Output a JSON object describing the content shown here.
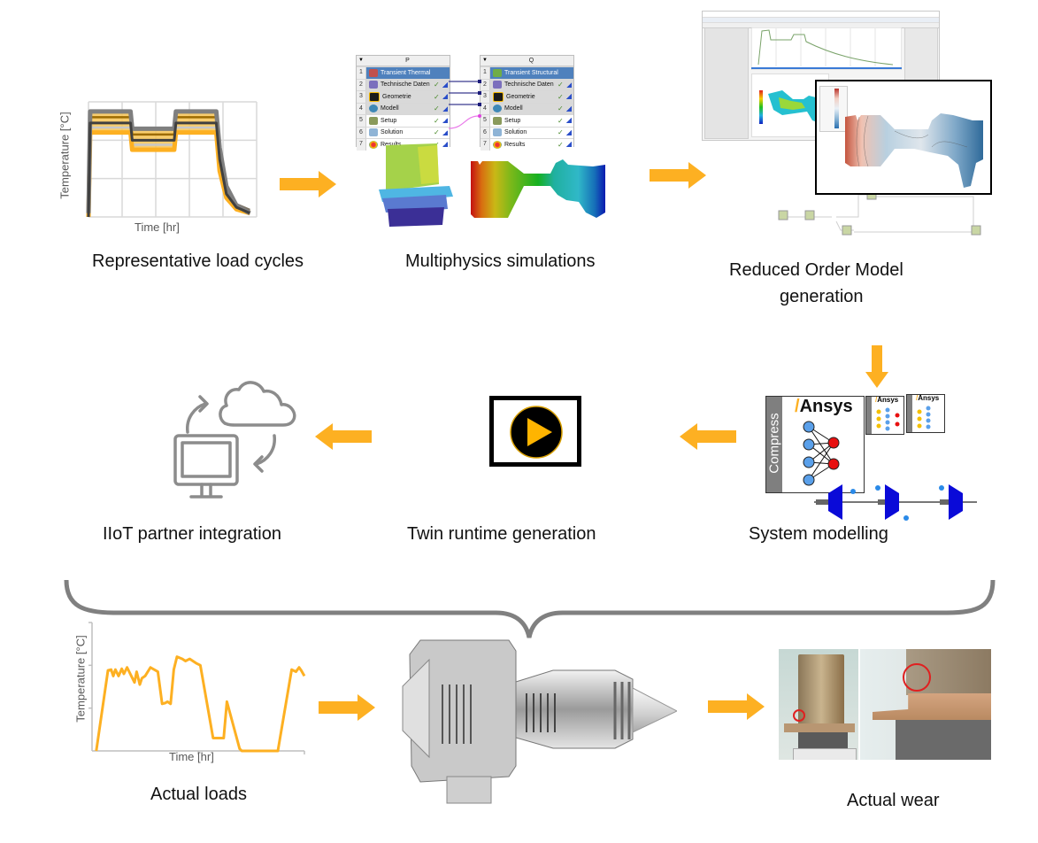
{
  "colors": {
    "accent_arrow": "#FDB022",
    "brace": "#7F7F7F",
    "icon_gray": "#8C8C8C",
    "chart_line_actual": "#FDB022",
    "chart_line_mean": "#3F3F3F",
    "play_fill": "#FFB400"
  },
  "steps": {
    "representative_load_cycles": {
      "label": "Representative load cycles",
      "chart": {
        "ylabel": "Temperature [°C]",
        "xlabel": "Time [hr]"
      }
    },
    "multiphysics_simulations": {
      "label": "Multiphysics simulations",
      "systems": [
        {
          "column": "P",
          "rows": [
            {
              "n": "1",
              "text": "Transient Thermal",
              "icon": "thermal-icon"
            },
            {
              "n": "2",
              "text": "Technische Daten",
              "icon": "engineering-data-icon",
              "check": "✓"
            },
            {
              "n": "3",
              "text": "Geometrie",
              "icon": "geometry-icon",
              "check": "✓"
            },
            {
              "n": "4",
              "text": "Modell",
              "icon": "model-icon",
              "check": "✓"
            },
            {
              "n": "5",
              "text": "Setup",
              "icon": "setup-icon",
              "check": "✓"
            },
            {
              "n": "6",
              "text": "Solution",
              "icon": "solution-icon",
              "check": "✓"
            },
            {
              "n": "7",
              "text": "Results",
              "icon": "results-icon",
              "check": "✓"
            }
          ]
        },
        {
          "column": "Q",
          "rows": [
            {
              "n": "1",
              "text": "Transient Structural",
              "icon": "structural-icon"
            },
            {
              "n": "2",
              "text": "Technische Daten",
              "icon": "engineering-data-icon",
              "check": "✓"
            },
            {
              "n": "3",
              "text": "Geometrie",
              "icon": "geometry-icon",
              "check": "✓"
            },
            {
              "n": "4",
              "text": "Modell",
              "icon": "model-icon",
              "check": "✓"
            },
            {
              "n": "5",
              "text": "Setup",
              "icon": "setup-icon",
              "check": "✓"
            },
            {
              "n": "6",
              "text": "Solution",
              "icon": "solution-icon",
              "check": "✓"
            },
            {
              "n": "7",
              "text": "Results",
              "icon": "results-icon",
              "check": "✓"
            }
          ]
        }
      ]
    },
    "rom_generation": {
      "label_line1": "Reduced Order Model",
      "label_line2": "generation"
    },
    "system_modelling": {
      "label": "System modelling",
      "compress_label": "Compress",
      "brand": "Ansys"
    },
    "twin_runtime_generation": {
      "label": "Twin runtime generation",
      "icon": "play-icon"
    },
    "iiot_partner_integration": {
      "label": "IIoT partner integration",
      "icon": "cloud-sync-computer-icon"
    },
    "actual_loads": {
      "label": "Actual loads",
      "chart": {
        "ylabel": "Temperature [°C]",
        "xlabel": "Time [hr]"
      }
    },
    "engine": {
      "icon": "turbofan-engine-cutaway"
    },
    "actual_wear": {
      "label": "Actual wear"
    }
  },
  "chart_data": [
    {
      "type": "line",
      "title": "Representative load cycles",
      "xlabel": "Time [hr]",
      "ylabel": "Temperature [°C]",
      "grid": true,
      "xlim": [
        0,
        5
      ],
      "ylim": [
        0,
        3
      ],
      "x": [
        0,
        0.05,
        1.25,
        1.3,
        2.55,
        2.6,
        3.8,
        3.9,
        4.1,
        4.4,
        4.8
      ],
      "series": [
        {
          "name": "mean cycle",
          "values": [
            0,
            2.45,
            2.45,
            2.0,
            2.0,
            2.45,
            2.45,
            1.5,
            0.6,
            0.25,
            0.1
          ]
        },
        {
          "name": "upper envelope",
          "values": [
            0.1,
            2.75,
            2.75,
            2.3,
            2.3,
            2.75,
            2.75,
            1.8,
            0.8,
            0.3,
            0.1
          ]
        },
        {
          "name": "lower envelope",
          "values": [
            0,
            2.2,
            2.2,
            1.75,
            1.75,
            2.2,
            2.2,
            1.2,
            0.5,
            0.2,
            0.1
          ]
        }
      ]
    },
    {
      "type": "line",
      "title": "Actual loads",
      "xlabel": "Time [hr]",
      "ylabel": "Temperature [°C]",
      "grid": false,
      "xlim": [
        0,
        2
      ],
      "ylim": [
        0,
        3
      ],
      "x": [
        0.04,
        0.15,
        0.18,
        0.2,
        0.22,
        0.25,
        0.28,
        0.3,
        0.33,
        0.36,
        0.4,
        0.42,
        0.45,
        0.47,
        0.5,
        0.55,
        0.62,
        0.66,
        0.69,
        0.71,
        0.74,
        0.77,
        0.8,
        0.85,
        0.88,
        0.92,
        0.98,
        1.02,
        1.14,
        1.17,
        1.24,
        1.27,
        1.39,
        1.41,
        1.5,
        1.75,
        1.88,
        1.92,
        1.95,
        1.97,
        2.0
      ],
      "series": [
        {
          "name": "temperature",
          "values": [
            0,
            1.88,
            1.9,
            1.75,
            1.9,
            1.75,
            1.92,
            1.8,
            1.95,
            1.8,
            1.6,
            1.85,
            1.55,
            1.7,
            1.75,
            1.95,
            1.85,
            1.1,
            1.12,
            1.15,
            1.1,
            1.9,
            2.2,
            2.15,
            2.1,
            2.15,
            2.05,
            2.0,
            0.3,
            0.3,
            0.3,
            1.15,
            0.05,
            0.0,
            0.0,
            0.0,
            1.9,
            1.85,
            1.95,
            1.88,
            1.75
          ]
        }
      ]
    }
  ]
}
